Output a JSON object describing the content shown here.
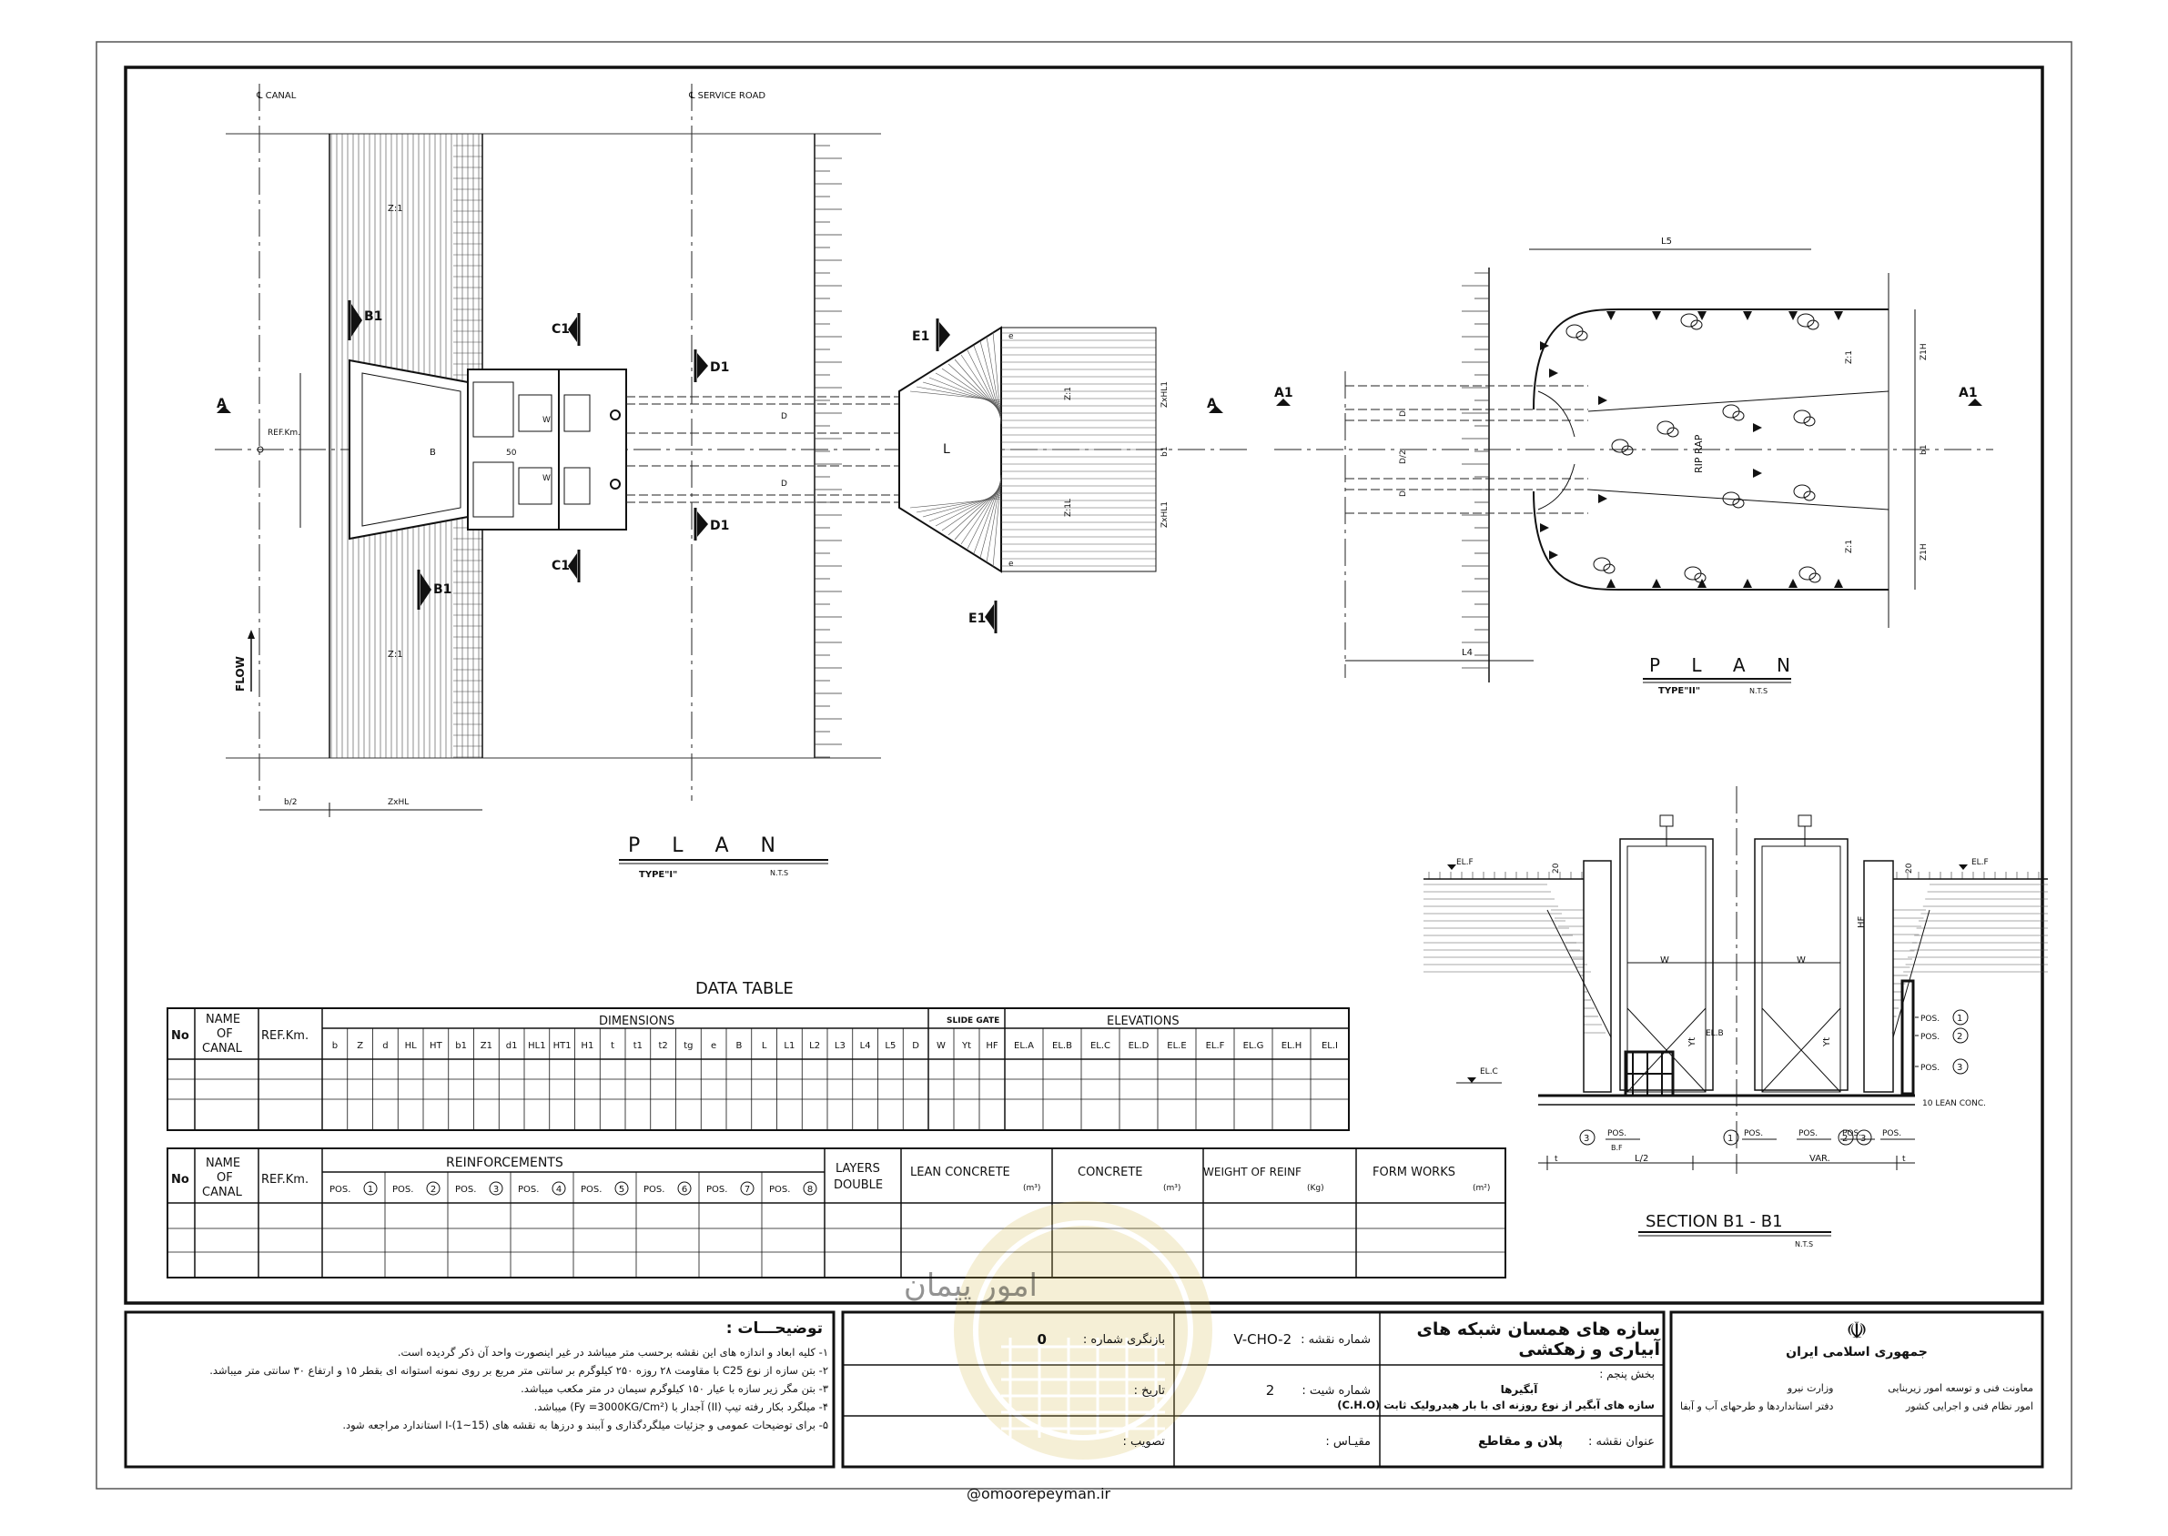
{
  "plan1": {
    "canal_cl": "℄ CANAL",
    "road_cl": "℄ SERVICE ROAD",
    "title": "P L A N",
    "type": "TYPE\"I\"",
    "nts": "N.T.S",
    "flow": "FLOW",
    "ref_km": "REF.Km.",
    "dim_b2": "b/2",
    "dim_zxhl": "ZxHL",
    "slope": "Z:1",
    "labels": {
      "B": "B",
      "W": "W",
      "D": "D",
      "L": "L",
      "b1": "b1",
      "s50": "50",
      "Z1L1": "Z:1",
      "ZHL1": "ZxHL1",
      "Z1L": "Z:1L",
      "e": "e"
    },
    "section_marks": {
      "A": "A",
      "B1": "B1",
      "C1": "C1",
      "D1": "D1",
      "E1": "E1"
    }
  },
  "plan2": {
    "title": "P L A N",
    "type": "TYPE\"II\"",
    "nts": "N.T.S",
    "L5": "L5",
    "L4": "L4",
    "riprap": "RIP RAP",
    "A1": "A1",
    "labels": {
      "D": "D",
      "D2": "D/2",
      "ZH": "Z1H",
      "Z1": "Z:1",
      "b1": "b1"
    }
  },
  "section": {
    "title": "SECTION  B1 - B1",
    "nts": "N.T.S",
    "ELF": "EL.F",
    "ELC": "EL.C",
    "ELB": "EL.B",
    "lean": "10 LEAN CONC.",
    "W": "W",
    "Yt": "Yt",
    "HF": "HF",
    "s20": "20",
    "L2": "L/2",
    "VAR": "VAR.",
    "t": "t",
    "BF": "B.F",
    "POS": "POS.",
    "pos_nums": [
      "1",
      "2",
      "3"
    ]
  },
  "data_table": {
    "title": "DATA TABLE",
    "no": "No",
    "name1": "NAME",
    "name2": "OF",
    "name3": "CANAL",
    "ref": "REF.Km.",
    "dimensions": "DIMENSIONS",
    "slide_gate": "SLIDE GATE",
    "elevations": "ELEVATIONS",
    "dim_cols": [
      "b",
      "Z",
      "d",
      "HL",
      "HT",
      "b1",
      "Z1",
      "d1",
      "HL1",
      "HT1",
      "H1",
      "t",
      "t1",
      "t2",
      "tg",
      "e",
      "B",
      "L",
      "L1",
      "L2",
      "L3",
      "L4",
      "L5",
      "D"
    ],
    "gate_cols": [
      "W",
      "Yt",
      "HF"
    ],
    "elev_cols": [
      "EL.A",
      "EL.B",
      "EL.C",
      "EL.D",
      "EL.E",
      "EL.F",
      "EL.G",
      "EL.H",
      "EL.I"
    ]
  },
  "reinf_table": {
    "no": "No",
    "name1": "NAME",
    "name2": "OF",
    "name3": "CANAL",
    "ref": "REF.Km.",
    "reinforcements": "REINFORCEMENTS",
    "pos": "POS.",
    "pos_nums": [
      "1",
      "2",
      "3",
      "4",
      "5",
      "6",
      "7",
      "8"
    ],
    "layers1": "LAYERS",
    "layers2": "DOUBLE",
    "lean": "LEAN CONCRETE",
    "lean_unit": "(m³)",
    "concrete": "CONCRETE",
    "concrete_unit": "(m³)",
    "weight": "WEIGHT OF REINF",
    "weight_unit": "(Kg)",
    "form": "FORM WORKS",
    "form_unit": "(m²)"
  },
  "notes": {
    "title": "توضیحـــات :",
    "lines": [
      "۱- کلیه ابعاد و اندازه های این نقشه برحسب متر میباشد در غیر اینصورت واحد آن ذکر گردیده است.",
      "۲- بتن سازه از نوع C25 با مقاومت ۲۸ روزه ۲۵۰ کیلوگرم بر سانتی متر مربع بر روی نمونه استوانه ای بقطر ۱۵ و ارتفاع ۳۰ سانتی متر میباشد.",
      "۳- بتن مگر زیر سازه با عیار ۱۵۰ کیلوگرم سیمان در متر مکعب میباشد.",
      "۴- میلگرد بکار رفته تیپ (II) آجدار با (Fy =3000KG/Cm²) میباشد.",
      "۵- برای توضیحات عمومی و جزئیات میلگردگذاری و آببند و درزها به نقشه های (15~1)-I استاندارد مراجعه شود."
    ]
  },
  "title_block": {
    "main_title": "سازه های همسان شبکه های آبیاری و زهکشی",
    "drawing_no_label": "شماره نقشه :",
    "drawing_no": "V-CHO-2",
    "revision_label": "بازنگری شماره :",
    "revision": "0",
    "section_label": "بخش پنجم :",
    "section_value": "آبگیرها",
    "subtitle": "سازه های آبگیر از نوع روزنه ای با بار هیدرولیک ثابت (C.H.O)",
    "sheet_label": "شماره شیت :",
    "sheet_no": "2",
    "date_label": "تاریخ :",
    "drawing_title_label": "عنوان نقشه :",
    "drawing_title": "پلان و مقاطع",
    "scale_label": "مقیـاس :",
    "approval_label": "تصویب :"
  },
  "org_block": {
    "emblem": "☫",
    "country": "جمهوری اسلامی ایران",
    "ministry": "وزارت نیرو",
    "deputy": "معاونت فنی و توسعه امور زیربنایی",
    "affairs": "امور نظام فنی و اجرایی کشور",
    "office": "دفتر استانداردها و طرحهای آب و آبفا"
  },
  "watermark": {
    "brand": "امور پیمان",
    "site": "@omoorepeyman.ir"
  }
}
